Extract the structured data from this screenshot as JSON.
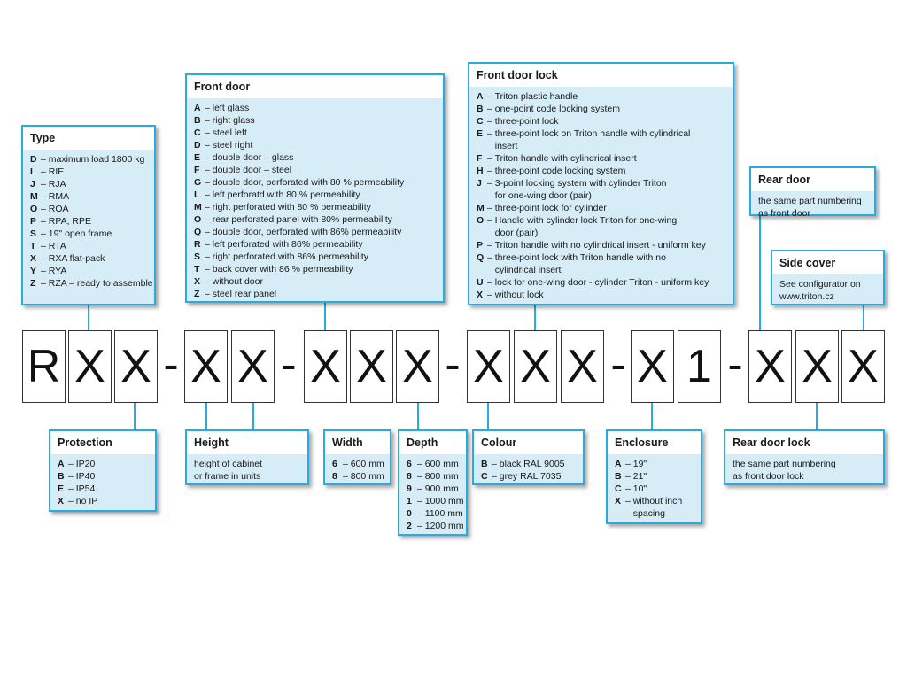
{
  "code_chars": [
    "R",
    "X",
    "X",
    "-",
    "X",
    "X",
    "-",
    "X",
    "X",
    "X",
    "-",
    "X",
    "X",
    "X",
    "-",
    "X",
    "1",
    "-",
    "X",
    "X",
    "X"
  ],
  "accent_color": "#29abe2",
  "box_fill": "#d6ecf7",
  "type": {
    "title": "Type",
    "items": [
      {
        "k": "D",
        "v": "– maximum load 1800 kg"
      },
      {
        "k": "I",
        "v": "– RIE"
      },
      {
        "k": "J",
        "v": "– RJA"
      },
      {
        "k": "M",
        "v": "– RMA"
      },
      {
        "k": "O",
        "v": "– ROA"
      },
      {
        "k": "P",
        "v": "– RPA, RPE"
      },
      {
        "k": "S",
        "v": "– 19\" open frame"
      },
      {
        "k": "T",
        "v": "– RTA"
      },
      {
        "k": "X",
        "v": "– RXA flat-pack"
      },
      {
        "k": "Y",
        "v": "– RYA"
      },
      {
        "k": "Z",
        "v": "– RZA – ready to assemble"
      }
    ]
  },
  "front_door": {
    "title": "Front door",
    "items": [
      {
        "k": "A",
        "v": "– left glass"
      },
      {
        "k": "B",
        "v": "– right glass"
      },
      {
        "k": "C",
        "v": "– steel left"
      },
      {
        "k": "D",
        "v": "– steel right"
      },
      {
        "k": "E",
        "v": "– double door – glass"
      },
      {
        "k": "F",
        "v": "– double door – steel"
      },
      {
        "k": "G",
        "v": "– double door, perforated with 80 % permeability"
      },
      {
        "k": "L",
        "v": "– left perforatd with 80 % permeability"
      },
      {
        "k": "M",
        "v": "– right perforated with 80 % permeability"
      },
      {
        "k": "O",
        "v": "– rear perforated panel with 80% permeability"
      },
      {
        "k": "Q",
        "v": "– double door, perforated with 86% permeability"
      },
      {
        "k": "R",
        "v": "– left perforated with 86% permeability"
      },
      {
        "k": "S",
        "v": "– right perforated with 86% permeability"
      },
      {
        "k": "T",
        "v": "– back cover with 86 % permeability"
      },
      {
        "k": "X",
        "v": "– without door"
      },
      {
        "k": "Z",
        "v": "– steel rear panel"
      }
    ]
  },
  "front_door_lock": {
    "title": "Front door lock",
    "items": [
      {
        "k": "A",
        "v": "– Triton plastic handle"
      },
      {
        "k": "B",
        "v": "– one-point code locking system"
      },
      {
        "k": "C",
        "v": "– three-point lock"
      },
      {
        "k": "E",
        "v": "– three-point lock on Triton handle with cylindrical"
      },
      {
        "k": "",
        "v": "   insert"
      },
      {
        "k": "F",
        "v": "– Triton handle with cylindrical insert"
      },
      {
        "k": "H",
        "v": "– three-point code locking system"
      },
      {
        "k": "J",
        "v": "– 3-point locking system with cylinder Triton"
      },
      {
        "k": "",
        "v": "   for one-wing door (pair)"
      },
      {
        "k": "M",
        "v": "– three-point lock for cylinder"
      },
      {
        "k": "O",
        "v": "– Handle with cylinder lock Triton for one-wing"
      },
      {
        "k": "",
        "v": "   door (pair)"
      },
      {
        "k": "P",
        "v": "– Triton handle with no cylindrical insert - uniform key"
      },
      {
        "k": "Q",
        "v": "– three-point lock with Triton handle with no"
      },
      {
        "k": "",
        "v": "   cylindrical insert"
      },
      {
        "k": "U",
        "v": "– lock for one-wing door - cylinder Triton - uniform key"
      },
      {
        "k": "X",
        "v": "– without lock"
      }
    ]
  },
  "rear_door": {
    "title": "Rear door",
    "lines": [
      "the same part numbering",
      "as front door"
    ]
  },
  "side_cover": {
    "title": "Side cover",
    "lines": [
      "See configurator on",
      "www.triton.cz"
    ]
  },
  "protection": {
    "title": "Protection",
    "items": [
      {
        "k": "A",
        "v": "– IP20"
      },
      {
        "k": "B",
        "v": "– IP40"
      },
      {
        "k": "E",
        "v": "– IP54"
      },
      {
        "k": "X",
        "v": "– no IP"
      }
    ]
  },
  "height": {
    "title": "Height",
    "lines": [
      "height of cabinet",
      "or frame in units"
    ]
  },
  "width": {
    "title": "Width",
    "items": [
      {
        "k": "6",
        "v": "– 600 mm"
      },
      {
        "k": "8",
        "v": "– 800 mm"
      }
    ]
  },
  "depth": {
    "title": "Depth",
    "items": [
      {
        "k": "6",
        "v": "– 600 mm"
      },
      {
        "k": "8",
        "v": "– 800 mm"
      },
      {
        "k": "9",
        "v": "– 900 mm"
      },
      {
        "k": "1",
        "v": "– 1000 mm"
      },
      {
        "k": "0",
        "v": "– 1100 mm"
      },
      {
        "k": "2",
        "v": "– 1200 mm"
      }
    ]
  },
  "colour": {
    "title": "Colour",
    "items": [
      {
        "k": "B",
        "v": "– black RAL 9005"
      },
      {
        "k": "C",
        "v": "– grey RAL 7035"
      }
    ]
  },
  "enclosure": {
    "title": "Enclosure",
    "items": [
      {
        "k": "A",
        "v": "– 19\""
      },
      {
        "k": "B",
        "v": "– 21\""
      },
      {
        "k": "C",
        "v": "– 10\""
      },
      {
        "k": "X",
        "v": "– without inch"
      },
      {
        "k": "",
        "v": "   spacing"
      }
    ]
  },
  "rear_door_lock": {
    "title": "Rear door lock",
    "lines": [
      "the same part numbering",
      "as front door lock"
    ]
  }
}
